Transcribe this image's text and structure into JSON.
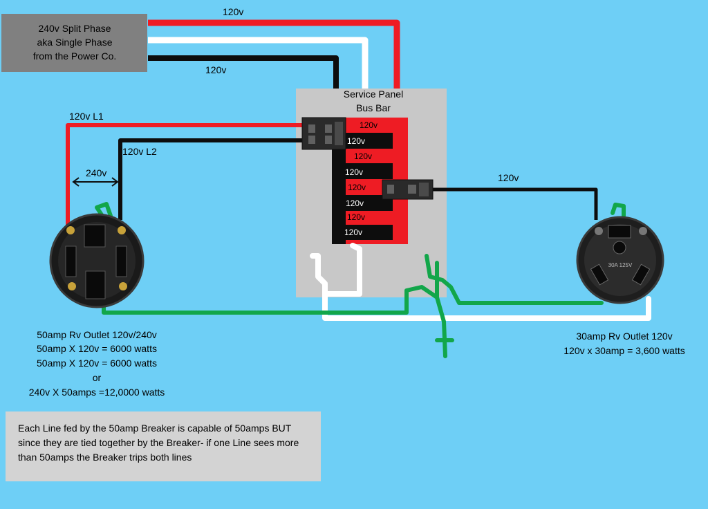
{
  "colors": {
    "background": "#6ecff6",
    "hot_red": "#ee1c24",
    "hot_black": "#0d0d0d",
    "neutral_white": "#ffffff",
    "ground_green": "#12a64a",
    "panel_gray": "#c8c8c8",
    "note_gray": "#d3d3d3"
  },
  "source_box": {
    "line1": "240v Split Phase",
    "line2": "aka Single Phase",
    "line3": "from the Power Co."
  },
  "wire_labels": {
    "top_red": "120v",
    "top_black": "120v",
    "l1": "120v L1",
    "l2": "120v L2",
    "between": "240v",
    "right_out": "120v"
  },
  "panel": {
    "title_line1": "Service Panel",
    "title_line2": "Bus Bar",
    "bus_slots": [
      "120v",
      "120v",
      "120v",
      "120v",
      "120v",
      "120v",
      "120v",
      "120v"
    ]
  },
  "outlet_50": {
    "lines": [
      "50amp Rv Outlet 120v/240v",
      "50amp X 120v = 6000 watts",
      "50amp X 120v = 6000 watts",
      "or",
      "240v X 50amps =12,0000 watts"
    ]
  },
  "outlet_30": {
    "line1": "30amp Rv Outlet 120v",
    "line2": "120v x 30amp = 3,600 watts",
    "face_text": "30A 125V"
  },
  "note": {
    "line1": "Each Line fed by the 50amp Breaker is capable of 50amps BUT",
    "line2": "since they are tied together by the Breaker- if one Line sees more",
    "line3": "than 50amps the Breaker trips both lines"
  }
}
